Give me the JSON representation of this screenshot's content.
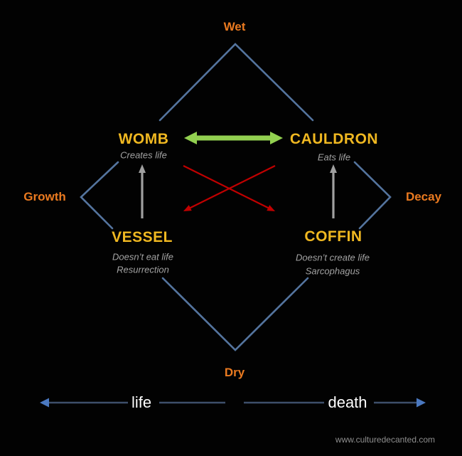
{
  "colors": {
    "background": "#020202",
    "orange": "#ea7a20",
    "gold": "#f0b821",
    "diamond-blue": "#54749e",
    "axis-blue": "#3e4f6b",
    "axis-arrow-blue": "#4a78c0",
    "green": "#92d050",
    "red": "#c00000",
    "gray-arrow": "#a0a0a0",
    "subtitle-gray": "#a2a2a2",
    "white": "#fdfdfd",
    "watermark-gray": "#8f8f8f"
  },
  "poles": {
    "top": "Wet",
    "bottom": "Dry",
    "left": "Growth",
    "right": "Decay"
  },
  "nodes": {
    "womb": {
      "title": "WOMB",
      "subtitle": "Creates life"
    },
    "cauldron": {
      "title": "CAULDRON",
      "subtitle": "Eats life"
    },
    "vessel": {
      "title": "VESSEL",
      "subtitle1": "Doesn’t eat life",
      "subtitle2": "Resurrection"
    },
    "coffin": {
      "title": "COFFIN",
      "subtitle1": "Doesn’t create life",
      "subtitle2": "Sarcophagus"
    }
  },
  "relations": [
    {
      "from": "WOMB",
      "to": "CAULDRON",
      "type": "double-arrow",
      "color_role": "green"
    },
    {
      "from": "WOMB",
      "to": "COFFIN",
      "type": "arrow",
      "color_role": "red"
    },
    {
      "from": "CAULDRON",
      "to": "VESSEL",
      "type": "arrow",
      "color_role": "red"
    },
    {
      "from": "VESSEL",
      "to": "WOMB",
      "type": "arrow",
      "color_role": "gray"
    },
    {
      "from": "COFFIN",
      "to": "CAULDRON",
      "type": "arrow",
      "color_role": "gray"
    }
  ],
  "axis": {
    "left_label": "life",
    "right_label": "death"
  },
  "watermark": "www.culturedecanted.com"
}
